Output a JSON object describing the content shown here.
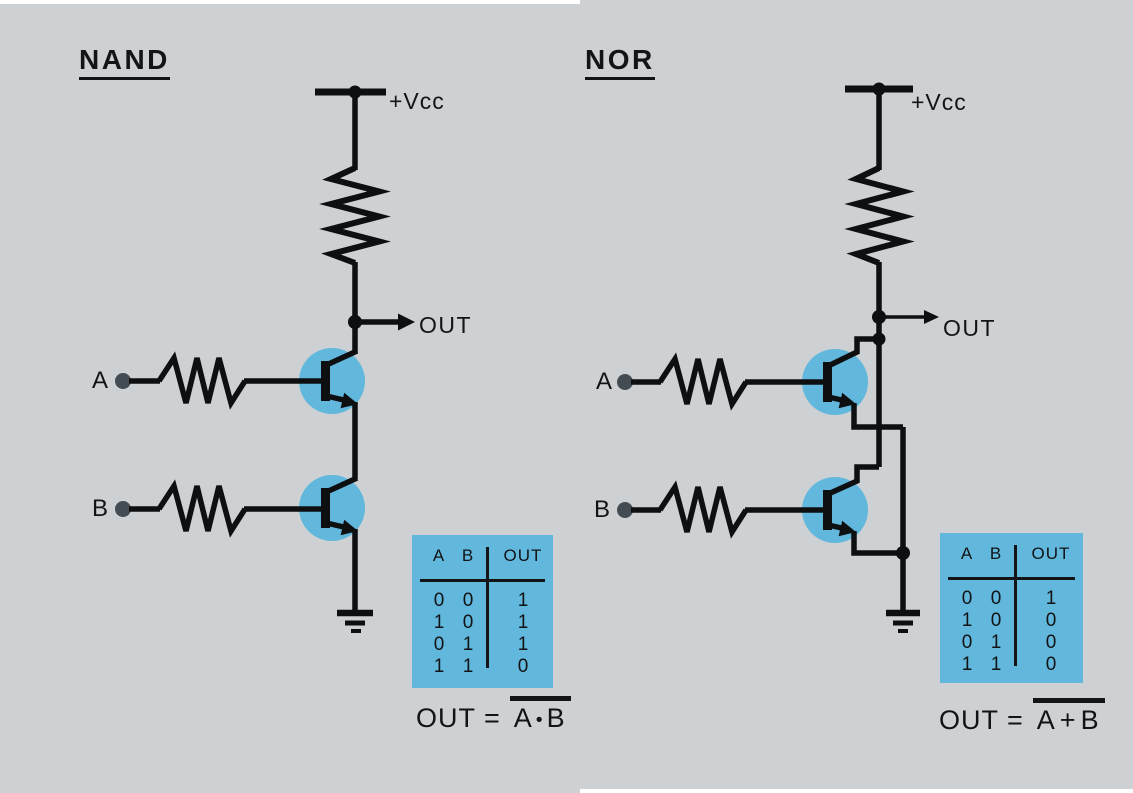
{
  "colors": {
    "background": "#cdd1d4",
    "ink": "#121416",
    "highlight_blue": "#62b7dd",
    "terminal_dot_gray": "#434c52",
    "seam_white": "#ffffff"
  },
  "nand": {
    "title": "NAND",
    "vcc_label": "+Vcc",
    "out_label": "OUT",
    "input_a": "A",
    "input_b": "B",
    "truth_table": {
      "col_a": "A",
      "col_b": "B",
      "col_out": "OUT",
      "rows": [
        {
          "a": "0",
          "b": "0",
          "out": "1"
        },
        {
          "a": "1",
          "b": "0",
          "out": "1"
        },
        {
          "a": "0",
          "b": "1",
          "out": "1"
        },
        {
          "a": "1",
          "b": "1",
          "out": "0"
        }
      ]
    },
    "formula": {
      "prefix": "OUT =",
      "a": "A",
      "op": "•",
      "b": "B"
    }
  },
  "nor": {
    "title": "NOR",
    "vcc_label": "+Vcc",
    "out_label": "OUT",
    "input_a": "A",
    "input_b": "B",
    "truth_table": {
      "col_a": "A",
      "col_b": "B",
      "col_out": "OUT",
      "rows": [
        {
          "a": "0",
          "b": "0",
          "out": "1"
        },
        {
          "a": "1",
          "b": "0",
          "out": "0"
        },
        {
          "a": "0",
          "b": "1",
          "out": "0"
        },
        {
          "a": "1",
          "b": "1",
          "out": "0"
        }
      ]
    },
    "formula": {
      "prefix": "OUT =",
      "a": "A",
      "op": "+",
      "b": "B"
    }
  }
}
